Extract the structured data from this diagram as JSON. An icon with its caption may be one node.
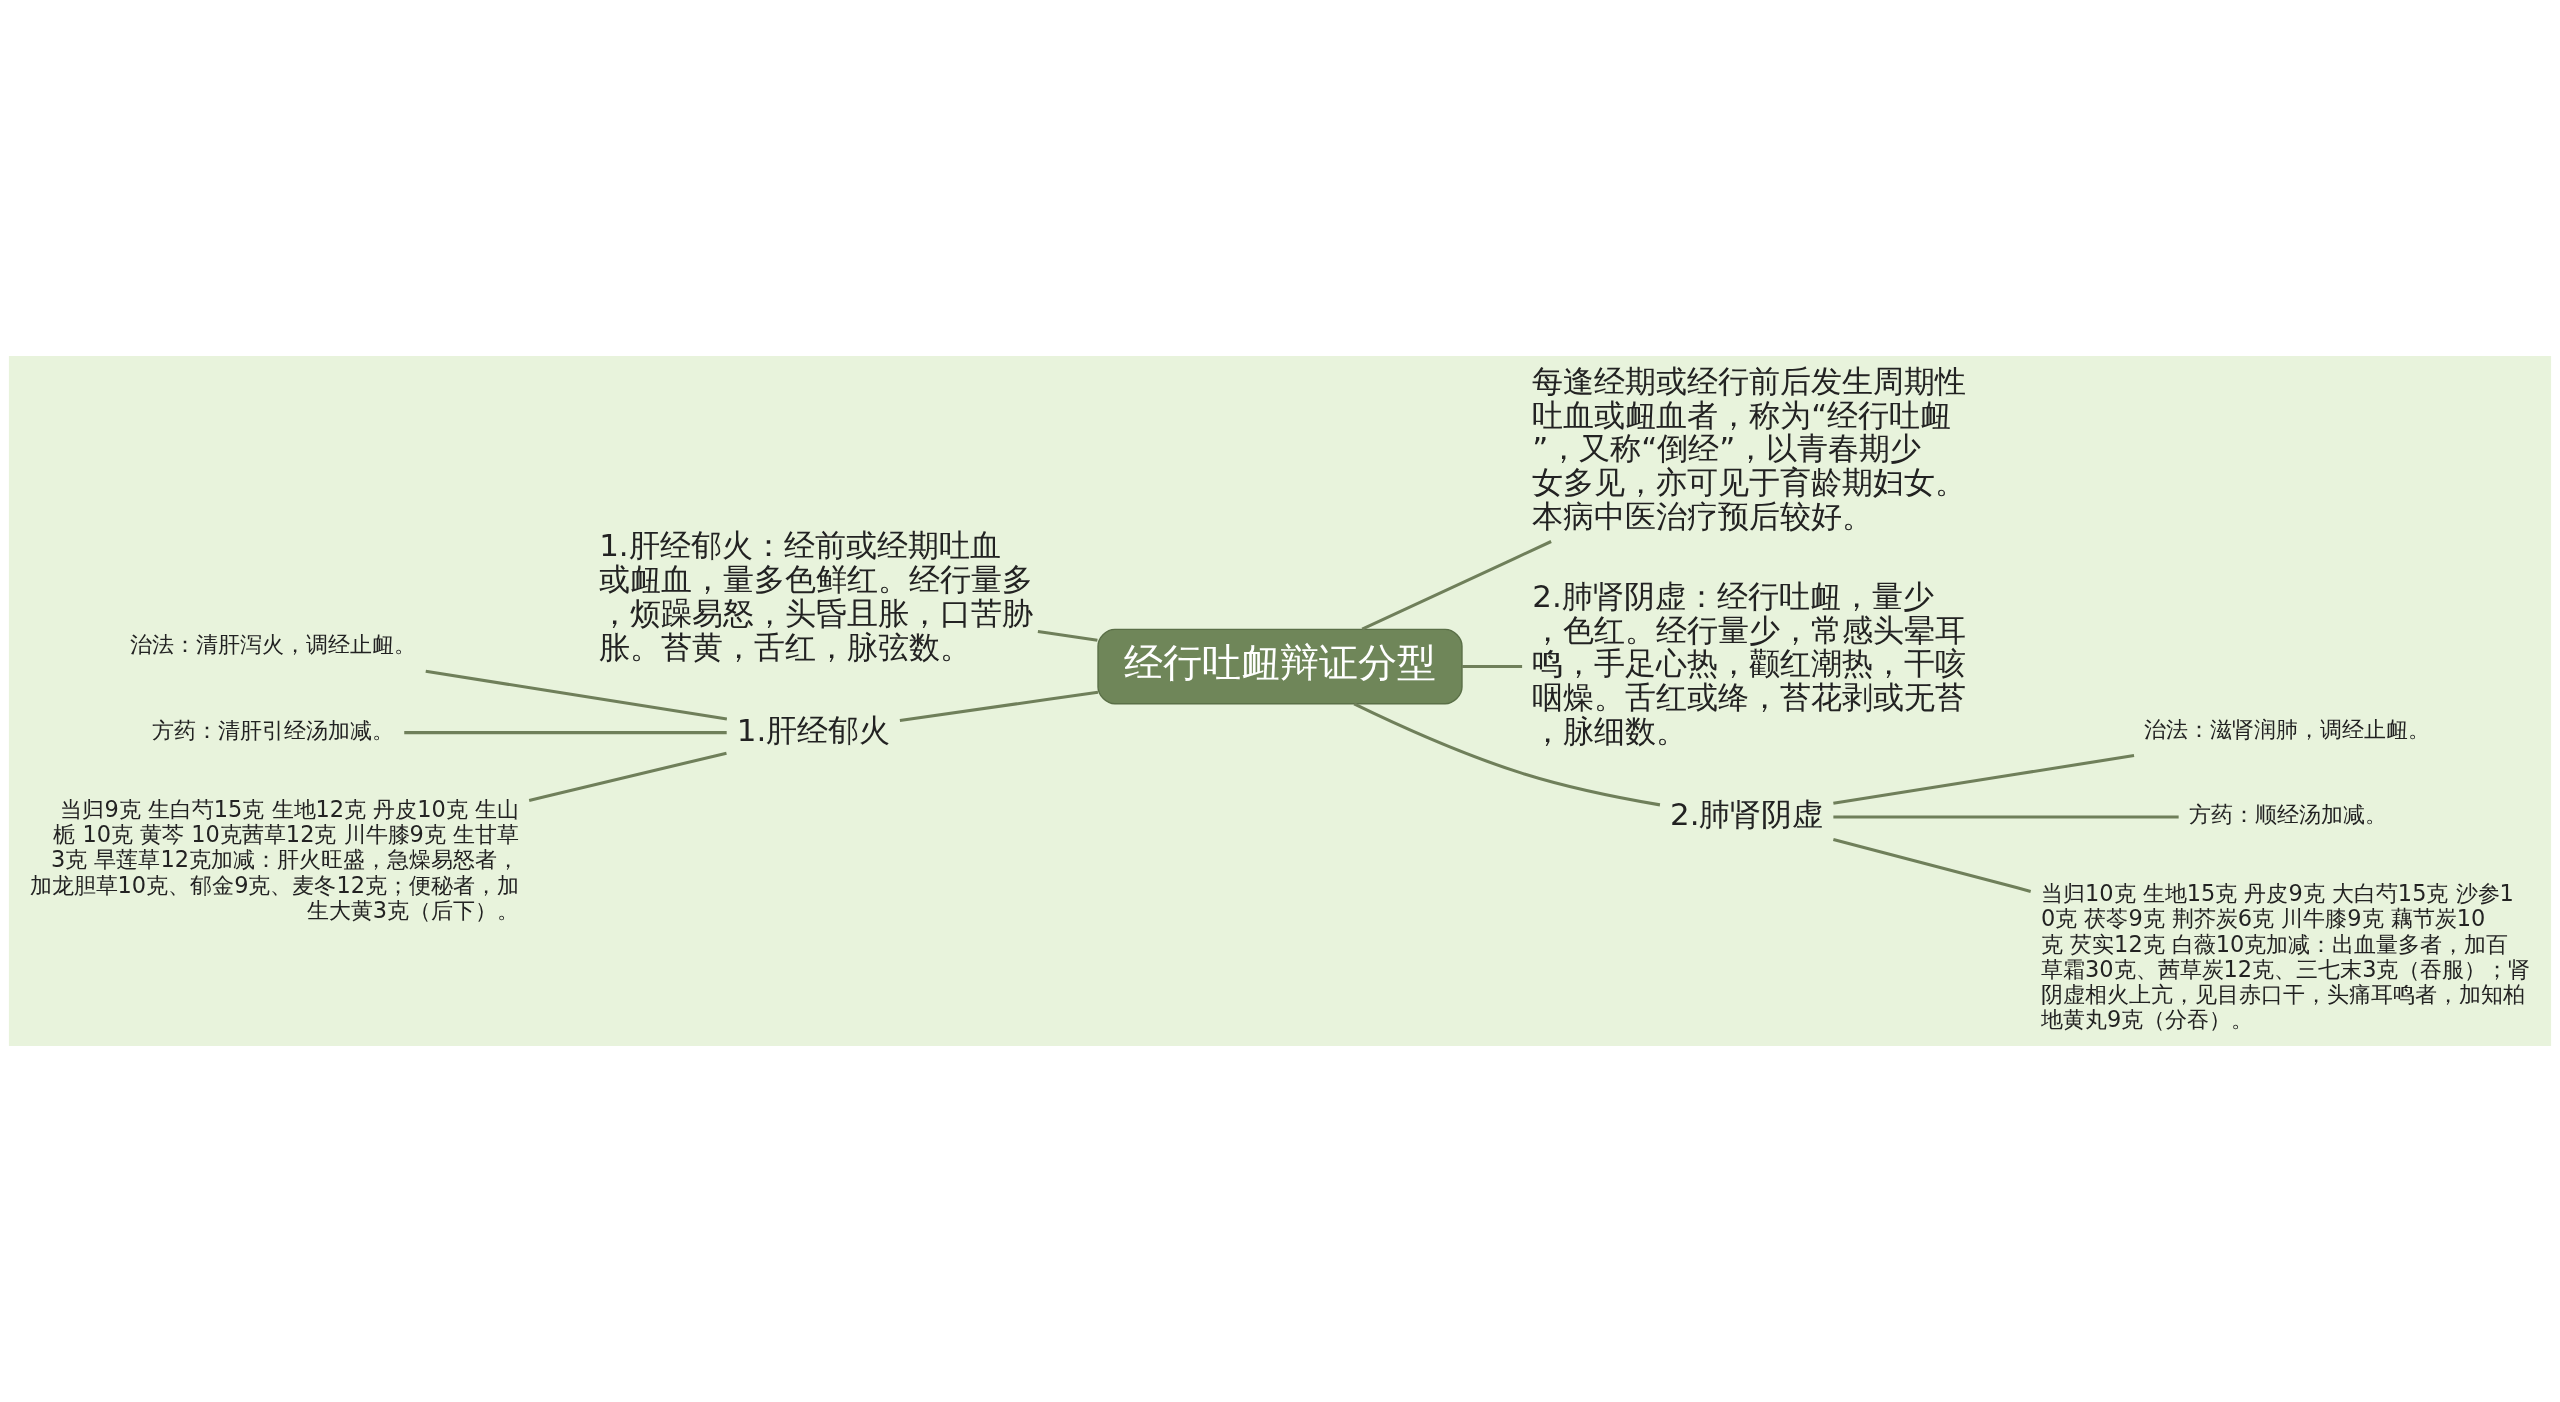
{
  "diagram": {
    "nodes": [
      {
        "text": [
          "经行吐衄辩证分型"
        ]
      },
      {
        "text": [
          "1.肝经郁火：经前或经期吐血或衄血，量多色鲜红。经行量多，烦躁易怒，头昏且胀，口苦胁胀。苔黄，舌红，脉弦数。"
        ]
      },
      {
        "text": [
          "1.肝经郁火"
        ]
      },
      {
        "text": [
          "治法：清肝泻火，调经止衄。"
        ]
      },
      {
        "text": [
          "方药：清肝引经汤加减。"
        ]
      },
      {
        "text": [
          "当归9克 生白芍15克 生地12克 丹皮10克 生山栀 10克 黄芩 10克茜草12克 川牛膝9克 生甘草3克 旱莲草12克加减：肝火旺盛，急燥易怒者，加龙胆草10克、郁金9克、麦冬12克；便秘者，加生大黄3克（后下）。"
        ]
      },
      {
        "text": [
          "每逢经期或经行前后发生周期性吐血或衄血者，称为“经行吐衄”，又称“倒经”，以青春期少女多见，亦可见于育龄期妇女。本病中医治疗预后较好。"
        ]
      },
      {
        "text": [
          "2.肺肾阴虚：经行吐衄，量少，色红。经行量少，常感头晕耳鸣，手足心热，颧红潮热，干咳咽燥。舌红或绛，苔花剥或无苔，脉细数。"
        ]
      },
      {
        "text": [
          "2.肺肾阴虚"
        ]
      },
      {
        "text": [
          "治法：滋肾润肺，调经止衄。"
        ]
      },
      {
        "text": [
          "方药：顺经汤加减。"
        ]
      },
      {
        "text": [
          "当归10克 生地15克 丹皮9克 大白芍15克 沙参10克 茯苓9克 荆芥炭6克 川牛膝9克 藕节炭10克 芡实12克 白薇10克加减：出血量多者，加百草霜30克、茜草炭12克、三七末3克（吞服）；肾阴虚相火上亢，见目赤口干，头痛耳鸣者，加知柏地黄丸9克（分吞）。"
        ]
      }
    ],
    "edges": [
      {
        "from": 0,
        "to": 1,
        "arrow": "none"
      },
      {
        "from": 0,
        "to": 2,
        "arrow": "none"
      },
      {
        "from": 2,
        "to": 3,
        "arrow": "none"
      },
      {
        "from": 2,
        "to": 4,
        "arrow": "none"
      },
      {
        "from": 2,
        "to": 5,
        "arrow": "none"
      },
      {
        "from": 0,
        "to": 6,
        "arrow": "none"
      },
      {
        "from": 0,
        "to": 7,
        "arrow": "none"
      },
      {
        "from": 0,
        "to": 8,
        "arrow": "none"
      },
      {
        "from": 8,
        "to": 9,
        "arrow": "none"
      },
      {
        "from": 8,
        "to": 10,
        "arrow": "none"
      },
      {
        "from": 8,
        "to": 11,
        "arrow": "none"
      }
    ]
  }
}
